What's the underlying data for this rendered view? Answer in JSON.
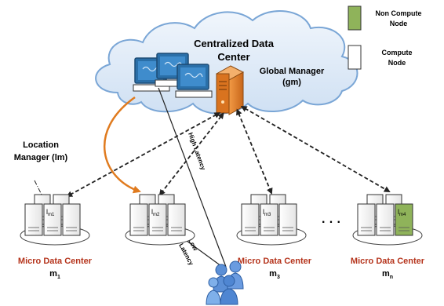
{
  "cloud": {
    "title_line1": "Centralized Data",
    "title_line2": "Center"
  },
  "global_manager": {
    "line1": "Global Manager",
    "line2": "(gm)"
  },
  "legend": {
    "non_compute_line1": "Non Compute",
    "non_compute_line2": "Node",
    "compute_line1": "Compute",
    "compute_line2": "Node",
    "non_compute_color": "#8fb35a",
    "compute_color": "#ffffff"
  },
  "location_manager": {
    "line1": "Location",
    "line2": "Manager (lm)"
  },
  "links": {
    "high_latency": "High Latency",
    "low_latency_line1": "Low",
    "low_latency_line2": "Latency"
  },
  "ellipsis": "· · ·",
  "micro_dcs": [
    {
      "label": "Micro Data Center",
      "id_base": "m",
      "id_sub": "1",
      "lm_base": "l",
      "lm_sub": "m1"
    },
    {
      "label": "",
      "id_base": "",
      "id_sub": "",
      "lm_base": "l",
      "lm_sub": "m2"
    },
    {
      "label": "Micro Data Center",
      "id_base": "m",
      "id_sub": "3",
      "lm_base": "l",
      "lm_sub": "m3"
    },
    {
      "label": "Micro Data Center",
      "id_base": "m",
      "id_sub": "n",
      "lm_base": "l",
      "lm_sub": "m4"
    }
  ],
  "colors": {
    "dc_label": "#b5341c",
    "orange_arrow": "#e07b1f",
    "server_orange": "#e8852a",
    "monitor_blue": "#2a6fa8",
    "cloud_fill": "#dde9f7",
    "cloud_stroke": "#7aa6d6"
  }
}
